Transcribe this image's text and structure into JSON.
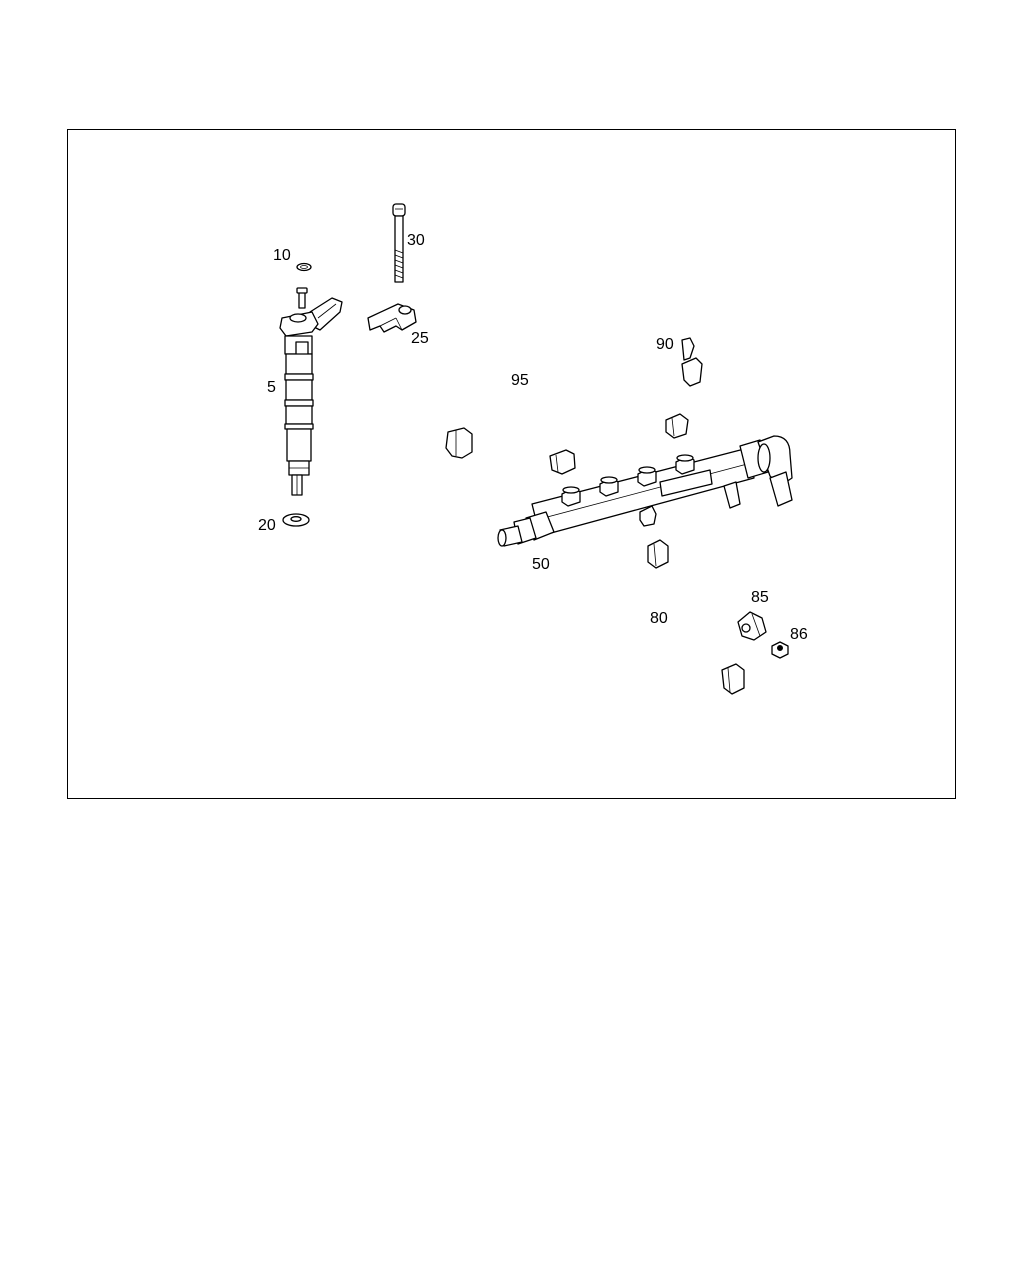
{
  "callouts": {
    "c5": "5",
    "c10": "10",
    "c20": "20",
    "c25": "25",
    "c30": "30",
    "c50": "50",
    "c80": "80",
    "c85": "85",
    "c86": "86",
    "c90": "90",
    "c95": "95"
  },
  "colors": {
    "line": "#000000",
    "background": "#ffffff"
  }
}
